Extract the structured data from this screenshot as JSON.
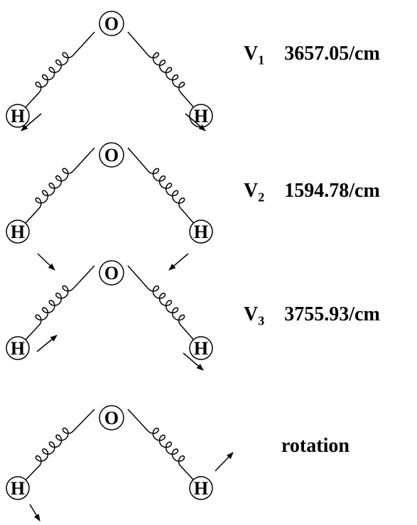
{
  "atoms": {
    "oxygen": "O",
    "hydrogen": "H"
  },
  "modes": [
    {
      "symbol": "V",
      "index": "1",
      "frequency": "3657.05/cm",
      "arrows": "symmetric-stretch"
    },
    {
      "symbol": "V",
      "index": "2",
      "frequency": "1594.78/cm",
      "arrows": "bend"
    },
    {
      "symbol": "V",
      "index": "3",
      "frequency": "3755.93/cm",
      "arrows": "asymmetric-stretch"
    },
    {
      "label": "rotation",
      "arrows": "rotation"
    }
  ]
}
